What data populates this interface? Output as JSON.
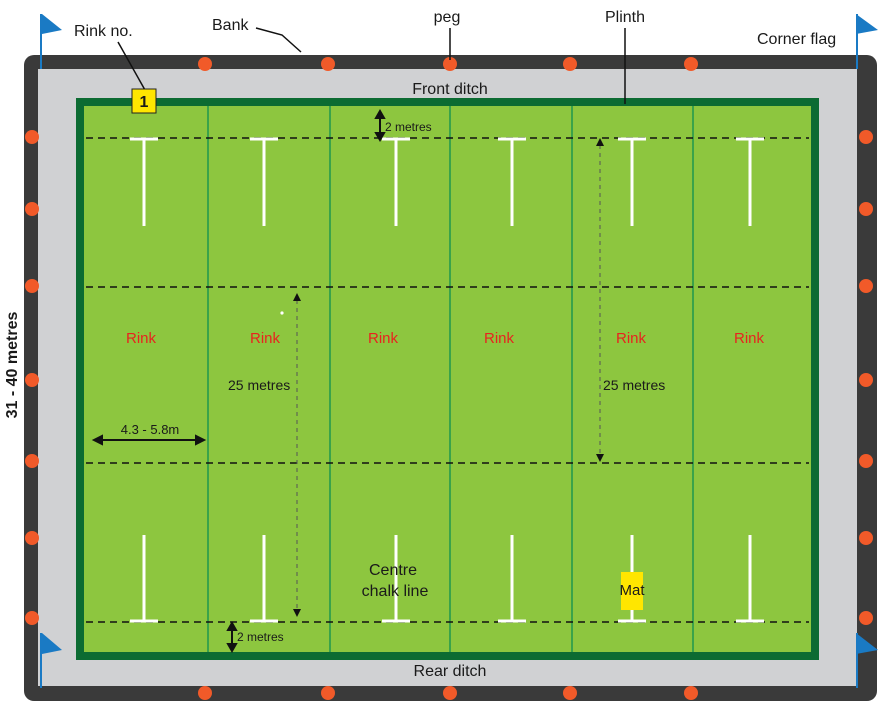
{
  "labels": {
    "rink_no": "Rink no.",
    "rink_number": "1",
    "bank": "Bank",
    "peg": "peg",
    "plinth": "Plinth",
    "corner_flag": "Corner flag",
    "front_ditch": "Front ditch",
    "rear_ditch": "Rear ditch",
    "width_label": "31 - 40 metres",
    "two_metres_top": "2 metres",
    "two_metres_bottom": "2 metres",
    "length_left": "25 metres",
    "length_right": "25 metres",
    "rink_width": "4.3 - 5.8m",
    "centre_line_1": "Centre",
    "centre_line_2": "chalk line",
    "mat": "Mat"
  },
  "rinks": [
    "Rink",
    "Rink",
    "Rink",
    "Rink",
    "Rink",
    "Rink"
  ],
  "colors": {
    "bank": "#3a3a3a",
    "ditch": "#d0d1d3",
    "plinth": "#0c6b32",
    "green": "#8dc63f",
    "rink_divider": "#3aa34a",
    "peg": "#f15a29",
    "flag": "#1a7ac4",
    "rink_text": "#e8231f",
    "mat": "#ffe600"
  }
}
